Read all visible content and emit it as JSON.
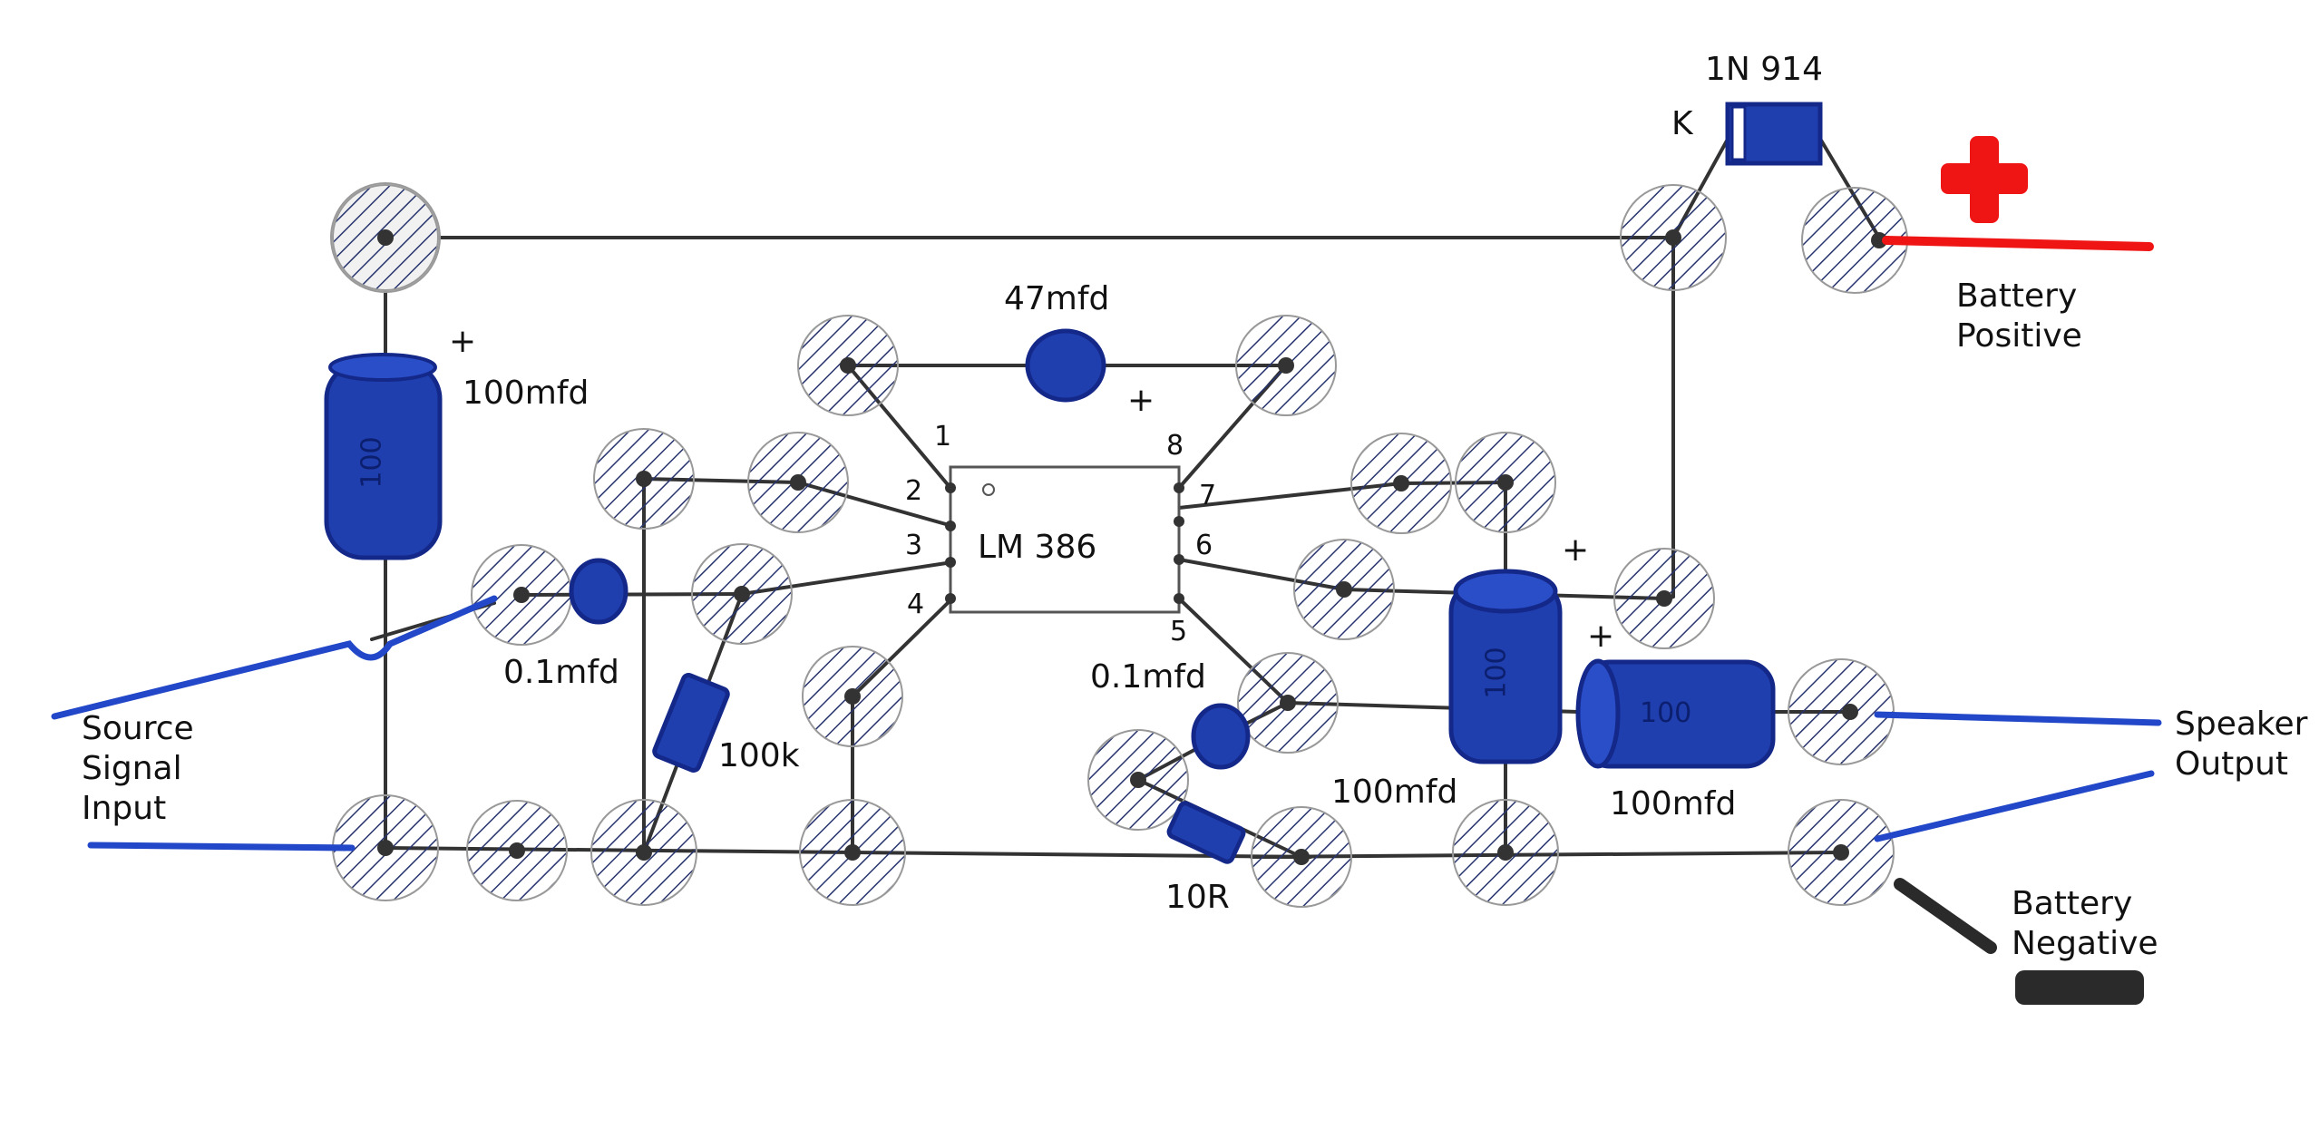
{
  "colors": {
    "wire": "#333333",
    "pad_fill": "#f1f1f1",
    "pad_hatch": "#27346e",
    "component_blue": "#1f3fae",
    "component_blue_dark": "#14288a",
    "battery_positive": "#f01515",
    "battery_negative": "#2a2a2a",
    "signal_wire": "#2247c8"
  },
  "labels": {
    "diode_name": "1N 914",
    "diode_k": "K",
    "bat_pos": "Battery\nPositive",
    "bat_neg": "Battery\nNegative",
    "src_in": "Source\nSignal\nInput",
    "spk_out": "Speaker\nOutput",
    "c_left_value": "100mfd",
    "c_left_plus": "+",
    "c_47_value": "47mfd",
    "c_47_plus": "+",
    "c_in_value": "0.1mfd",
    "r_100k": "100k",
    "ic_name": "LM 386",
    "c_zobel_value": "0.1mfd",
    "r_10r": "10R",
    "c_mid_value": "100mfd",
    "c_mid_plus": "+",
    "c_out_value": "100mfd",
    "c_out_plus": "+",
    "c_mid_marking": "100",
    "c_left_marking": "100",
    "c_out_marking": "100"
  },
  "ic_pins": {
    "p1": "1",
    "p2": "2",
    "p3": "3",
    "p4": "4",
    "p5": "5",
    "p6": "6",
    "p7": "7",
    "p8": "8"
  }
}
